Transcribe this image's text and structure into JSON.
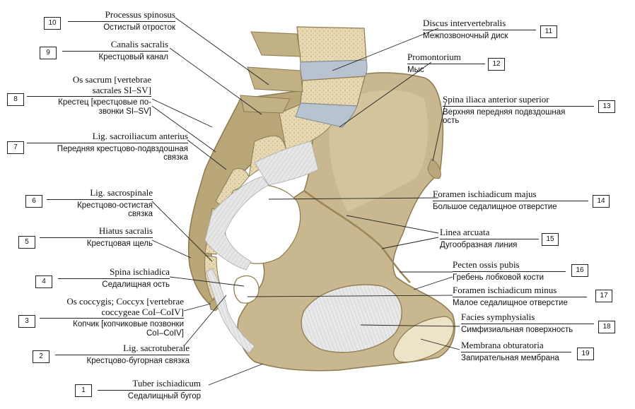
{
  "labels": [
    {
      "n": "10",
      "latin": [
        "Processus spinosus"
      ],
      "russian": [
        "Остистый отросток"
      ]
    },
    {
      "n": "9",
      "latin": [
        "Canalis sacralis"
      ],
      "russian": [
        "Крестцовый канал"
      ]
    },
    {
      "n": "8",
      "latin": [
        "Os sacrum [vertebrae",
        "sacrales SI–SV]"
      ],
      "russian": [
        "Крестец [крестцовые по-",
        "звонки SI–SV]"
      ]
    },
    {
      "n": "7",
      "latin": [
        "Lig. sacroiliacum anterius"
      ],
      "russian": [
        "Передняя крестцово-подвздошная",
        "связка"
      ]
    },
    {
      "n": "6",
      "latin": [
        "Lig. sacrospinale"
      ],
      "russian": [
        "Крестцово-остистая",
        "связка"
      ]
    },
    {
      "n": "5",
      "latin": [
        "Hiatus sacralis"
      ],
      "russian": [
        "Крестцовая щель"
      ]
    },
    {
      "n": "4",
      "latin": [
        "Spina ischiadica"
      ],
      "russian": [
        "Седалищная ость"
      ]
    },
    {
      "n": "3",
      "latin": [
        "Os coccygis; Coccyx [vertebrae",
        "coccygeae CoI–CoIV]"
      ],
      "russian": [
        "Копчик [копчиковые позвонки",
        "CoI–CoIV]"
      ]
    },
    {
      "n": "2",
      "latin": [
        "Lig. sacrotuberale"
      ],
      "russian": [
        "Крестцово-бугорная связка"
      ]
    },
    {
      "n": "1",
      "latin": [
        "Tuber ischiadicum"
      ],
      "russian": [
        "Седалищный бугор"
      ]
    },
    {
      "n": "11",
      "latin": [
        "Discus intervertebralis"
      ],
      "russian": [
        "Межпозвоночный диск"
      ]
    },
    {
      "n": "12",
      "latin": [
        "Promontorium"
      ],
      "russian": [
        "Мыс"
      ]
    },
    {
      "n": "13",
      "latin": [
        "Spina iliaca anterior superior"
      ],
      "russian": [
        "Верхняя передняя подвздошная",
        "ость"
      ]
    },
    {
      "n": "14",
      "latin": [
        "Foramen ischiadicum majus"
      ],
      "russian": [
        "Большое седалищное отверстие"
      ]
    },
    {
      "n": "15",
      "latin": [
        "Linea arcuata"
      ],
      "russian": [
        "Дугообразная линия"
      ]
    },
    {
      "n": "16",
      "latin": [
        "Pecten ossis pubis"
      ],
      "russian": [
        "Гребень лобковой кости"
      ]
    },
    {
      "n": "17",
      "latin": [
        "Foramen ischiadicum minus"
      ],
      "russian": [
        "Малое седалищное отверстие"
      ]
    },
    {
      "n": "18",
      "latin": [
        "Facies symphysialis"
      ],
      "russian": [
        "Симфизиальная поверхность"
      ]
    },
    {
      "n": "19",
      "latin": [
        "Membrana obturatoria"
      ],
      "russian": [
        "Запирательная мембрана"
      ]
    }
  ],
  "colors": {
    "bone": "#c9b88f",
    "bone_dark": "#a08c5e",
    "bone_light": "#ddd0ac",
    "ligament": "#e4e4e4",
    "ligament_line": "#b8b8b8",
    "disc": "#b9c3cf",
    "cancellous": "#e8dcb8",
    "leader": "#222222"
  }
}
